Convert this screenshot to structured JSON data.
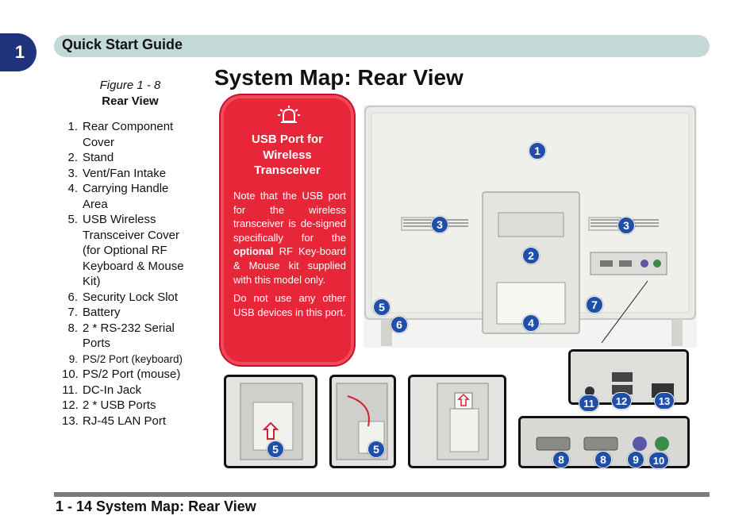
{
  "chapter": {
    "number": "1"
  },
  "header": {
    "title": "Quick Start Guide"
  },
  "figure": {
    "number": "Figure 1 - 8",
    "name": "Rear View"
  },
  "legend": [
    {
      "n": "1.",
      "lines": [
        "Rear Component",
        "Cover"
      ]
    },
    {
      "n": "2.",
      "lines": [
        "Stand"
      ]
    },
    {
      "n": "3.",
      "lines": [
        "Vent/Fan Intake"
      ]
    },
    {
      "n": "4.",
      "lines": [
        "Carrying Handle",
        "Area"
      ]
    },
    {
      "n": "5.",
      "lines": [
        "USB Wireless",
        "Transceiver Cover",
        "(for Optional RF",
        "Keyboard & Mouse",
        "Kit)"
      ]
    },
    {
      "n": "6.",
      "lines": [
        "Security Lock Slot"
      ]
    },
    {
      "n": "7.",
      "lines": [
        "Battery"
      ]
    },
    {
      "n": "8.",
      "lines": [
        "2 * RS-232 Serial",
        "Ports"
      ]
    },
    {
      "n": "9.",
      "lines": [
        "PS/2 Port (keyboard)"
      ],
      "small": true
    },
    {
      "n": "10.",
      "lines": [
        "PS/2 Port (mouse)"
      ]
    },
    {
      "n": "11.",
      "lines": [
        "DC-In Jack"
      ]
    },
    {
      "n": "12.",
      "lines": [
        "2 * USB Ports"
      ]
    },
    {
      "n": "13.",
      "lines": [
        "RJ-45 LAN Port"
      ]
    }
  ],
  "main_title": "System Map: Rear View",
  "note": {
    "icon": "alarm-bell-icon",
    "heading_lines": [
      "USB Port for",
      "Wireless",
      "Transceiver"
    ],
    "para1_a": "Note that the USB port for the wireless transceiver is de-signed specifically for the ",
    "para1_bold": "optional",
    "para1_b": " RF Key-board & Mouse kit supplied with this model only.",
    "para2": "Do not use any other USB devices in this port."
  },
  "callouts": {
    "c1": "1",
    "c2": "2",
    "c3a": "3",
    "c3b": "3",
    "c4": "4",
    "c5a": "5",
    "c6": "6",
    "c7": "7",
    "c5b": "5",
    "c5c": "5",
    "c11": "11",
    "c12": "12",
    "c13": "13",
    "c8a": "8",
    "c8b": "8",
    "c9": "9",
    "c10": "10"
  },
  "footer": {
    "title": "1 - 14 System Map: Rear View"
  },
  "colors": {
    "accent_blue": "#20337d",
    "callout_blue": "#1f4fa8",
    "note_red": "#e8263a",
    "header_bar": "#c3d9d7"
  }
}
